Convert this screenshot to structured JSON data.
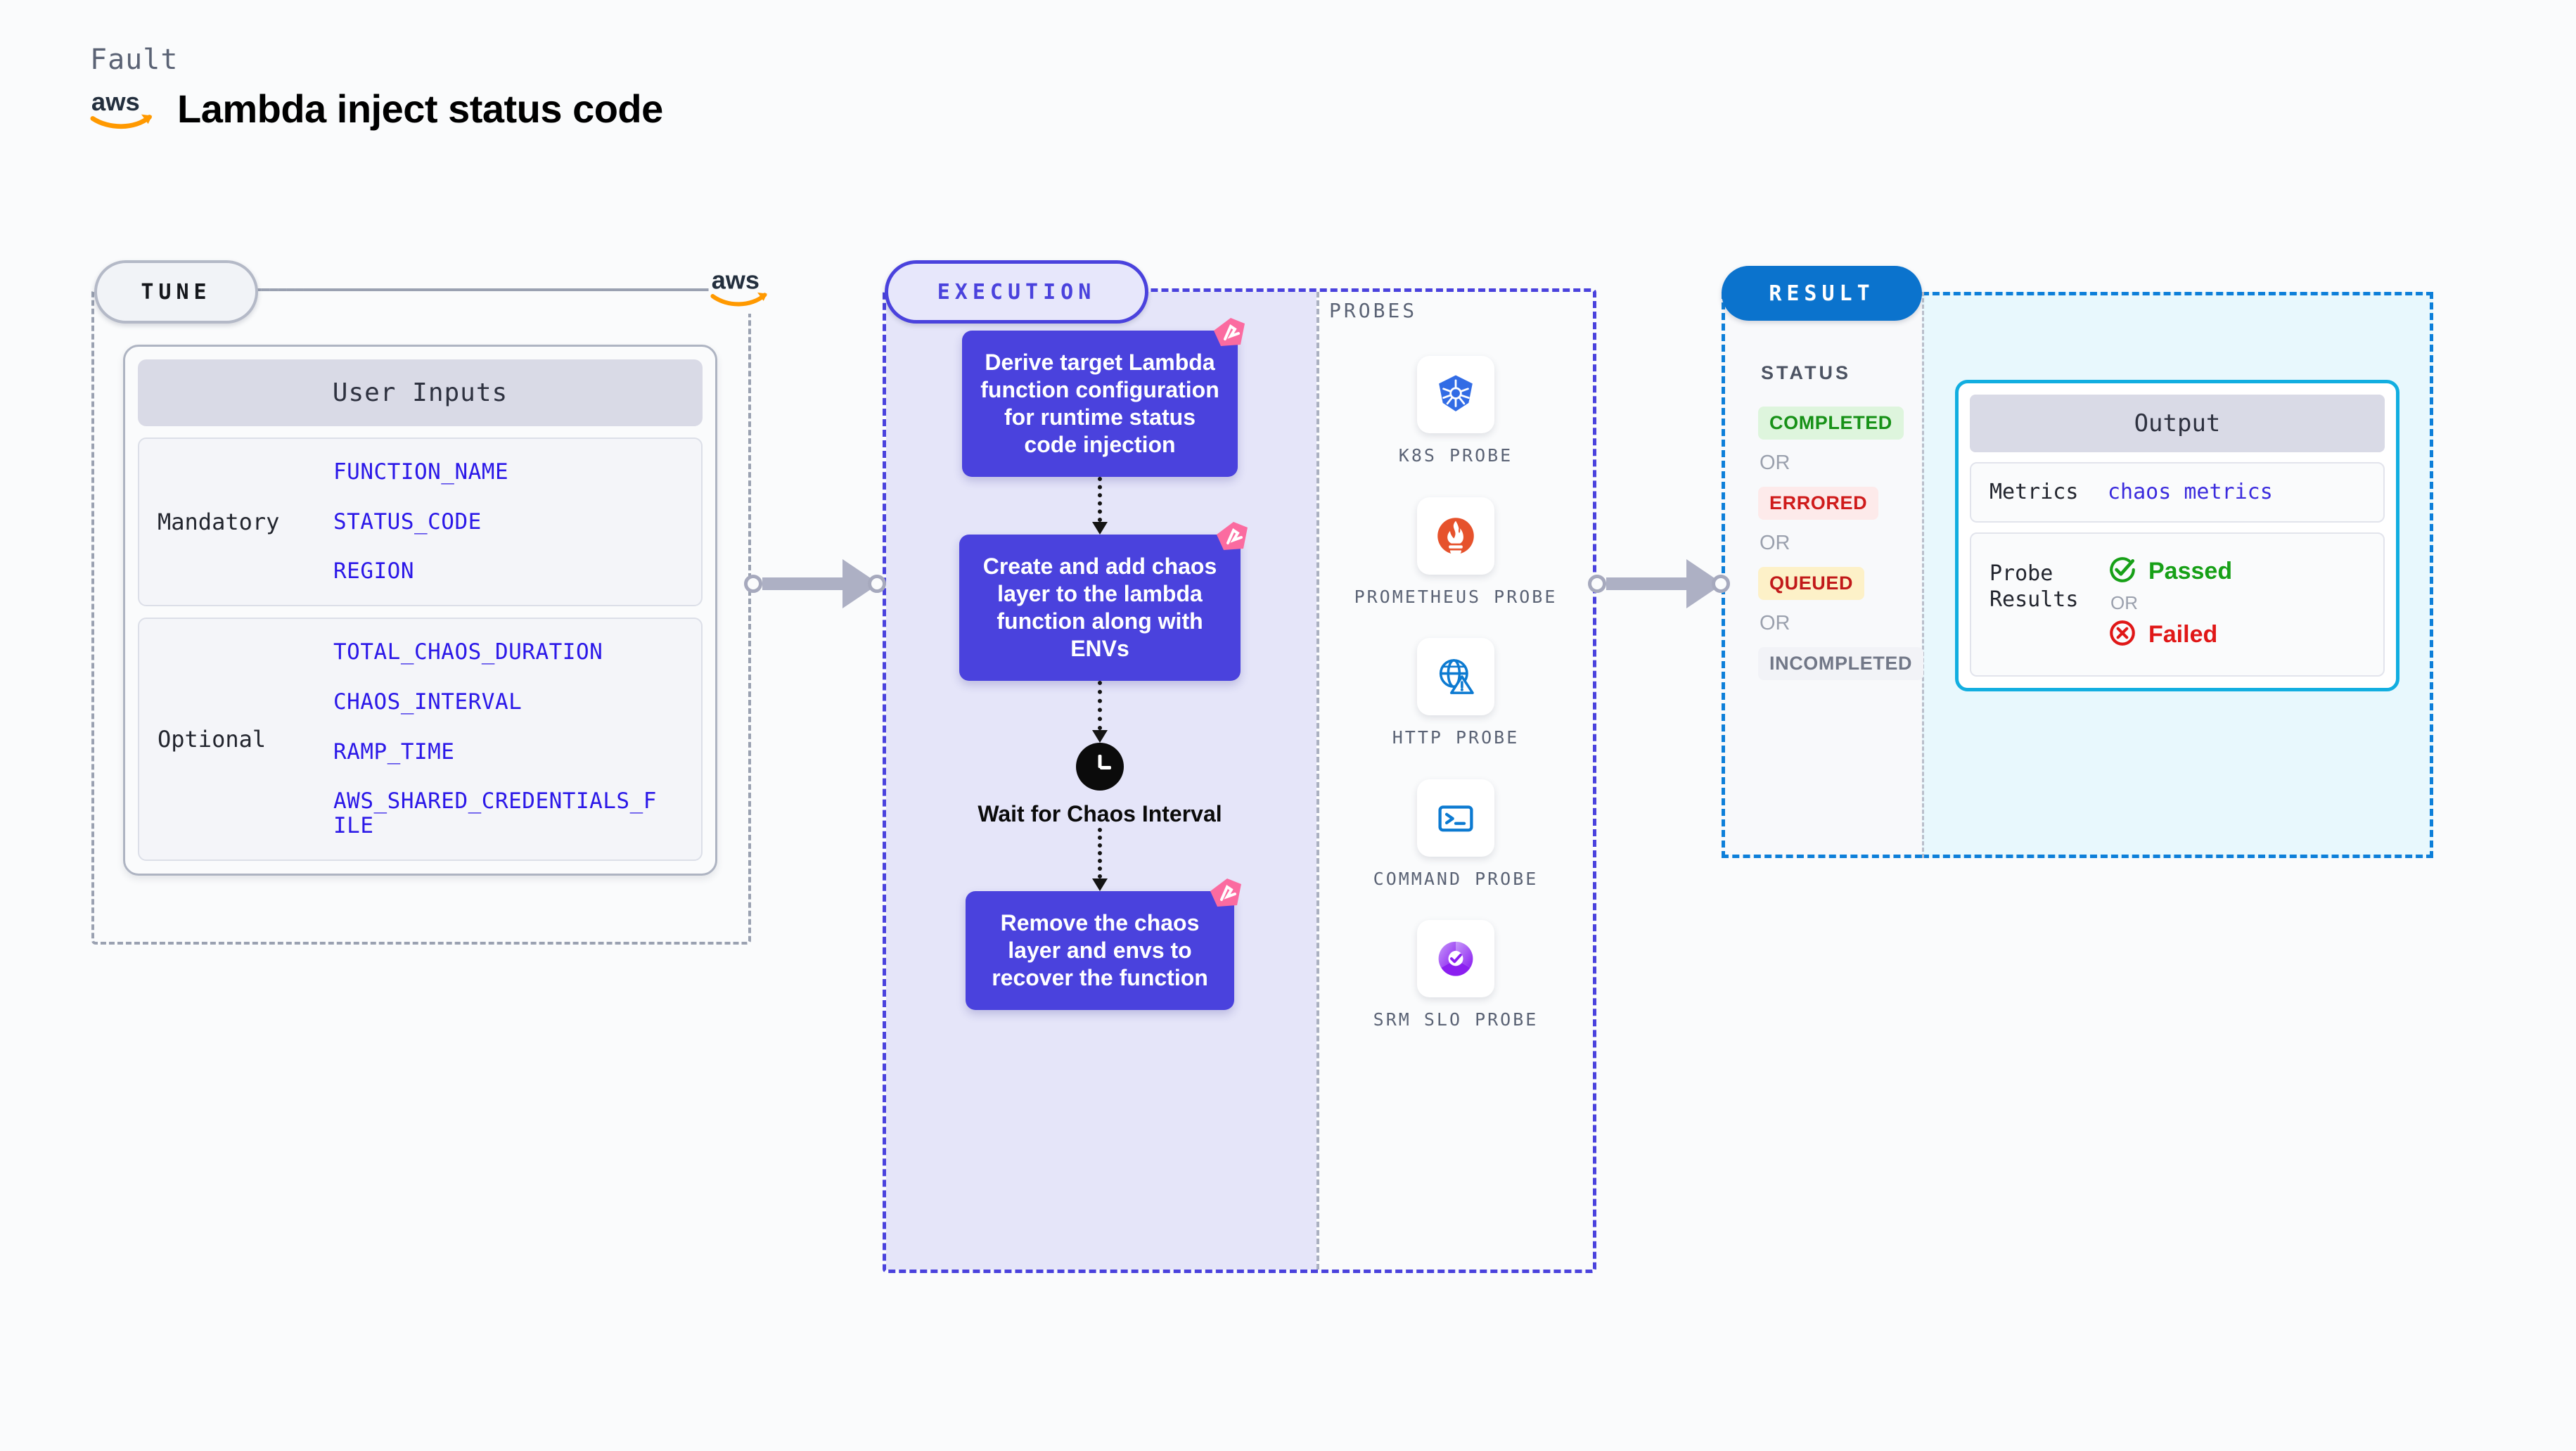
{
  "header": {
    "kind_label": "Fault",
    "logo": "aws-logo",
    "title": "Lambda inject status code"
  },
  "tune": {
    "badge": "TUNE",
    "logo": "aws-logo",
    "card_title": "User Inputs",
    "groups": [
      {
        "kind": "Mandatory",
        "params": [
          "FUNCTION_NAME",
          "STATUS_CODE",
          "REGION"
        ]
      },
      {
        "kind": "Optional",
        "params": [
          "TOTAL_CHAOS_DURATION",
          "CHAOS_INTERVAL",
          "RAMP_TIME",
          "AWS_SHARED_CREDENTIALS_FILE"
        ]
      }
    ]
  },
  "execution": {
    "badge": "EXECUTION",
    "accent": "#4a42dd",
    "steps": [
      {
        "type": "box",
        "text": "Derive target Lambda function configuration for runtime status code injection"
      },
      {
        "type": "box",
        "text": "Create and add chaos layer to the lambda function along with ENVs"
      },
      {
        "type": "wait",
        "text": "Wait for Chaos Interval"
      },
      {
        "type": "box",
        "text": "Remove the chaos layer and envs to recover the function"
      }
    ]
  },
  "probes": {
    "heading": "PROBES",
    "items": [
      {
        "icon": "kubernetes-icon",
        "label": "K8S PROBE"
      },
      {
        "icon": "prometheus-icon",
        "label": "PROMETHEUS PROBE"
      },
      {
        "icon": "http-globe-icon",
        "label": "HTTP PROBE"
      },
      {
        "icon": "terminal-icon",
        "label": "COMMAND PROBE"
      },
      {
        "icon": "srm-slo-icon",
        "label": "SRM SLO PROBE"
      }
    ]
  },
  "result": {
    "badge": "RESULT",
    "badge_color": "#0b73cd",
    "status_heading": "STATUS",
    "or_label": "OR",
    "statuses": [
      {
        "label": "COMPLETED",
        "text_color": "#179117",
        "bg_color": "#def5dd"
      },
      {
        "label": "ERRORED",
        "text_color": "#cf1b1b",
        "bg_color": "#fdeaea"
      },
      {
        "label": "QUEUED",
        "text_color": "#c11a1a",
        "bg_color": "#fdf1c8"
      },
      {
        "label": "INCOMPLETED",
        "text_color": "#717787",
        "bg_color": "#f2f3f7"
      }
    ],
    "output": {
      "title": "Output",
      "metrics_key": "Metrics",
      "metrics_value": "chaos metrics",
      "probe_results_key": "Probe Results",
      "passed_label": "Passed",
      "passed_color": "#17a017",
      "failed_label": "Failed",
      "failed_color": "#e01717",
      "or_label": "OR"
    }
  }
}
